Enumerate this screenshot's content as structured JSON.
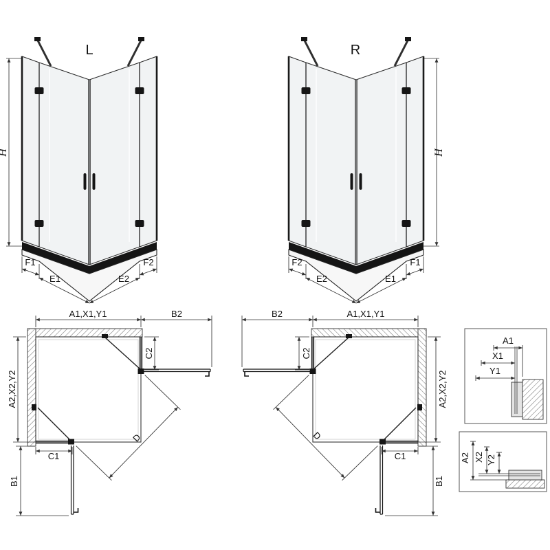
{
  "elevation_left": {
    "label": "L",
    "height_dim": "H",
    "bottom_dims": [
      "F1",
      "E1",
      "E2",
      "F2"
    ]
  },
  "elevation_right": {
    "label": "R",
    "height_dim": "H",
    "bottom_dims": [
      "F2",
      "E2",
      "E1",
      "F1"
    ]
  },
  "plan_left": {
    "top_width_dim": "A1,X1,Y1",
    "door_top_dim": "B2",
    "side_fixed_dim": "C2",
    "depth_dim": "A2,X2,Y2",
    "bottom_fixed_dim": "C1",
    "door_bottom_dim": "B1",
    "diagonal_dim": "D"
  },
  "plan_right": {
    "top_width_dim": "A1,X1,Y1",
    "door_top_dim": "B2",
    "side_fixed_dim": "C2",
    "depth_dim": "A2,X2,Y2",
    "bottom_fixed_dim": "C1",
    "door_bottom_dim": "B1",
    "diagonal_dim": "D"
  },
  "detail_top": {
    "dims": [
      "A1",
      "X1",
      "Y1"
    ]
  },
  "detail_bottom": {
    "dims": [
      "A2",
      "X2",
      "Y2"
    ]
  }
}
